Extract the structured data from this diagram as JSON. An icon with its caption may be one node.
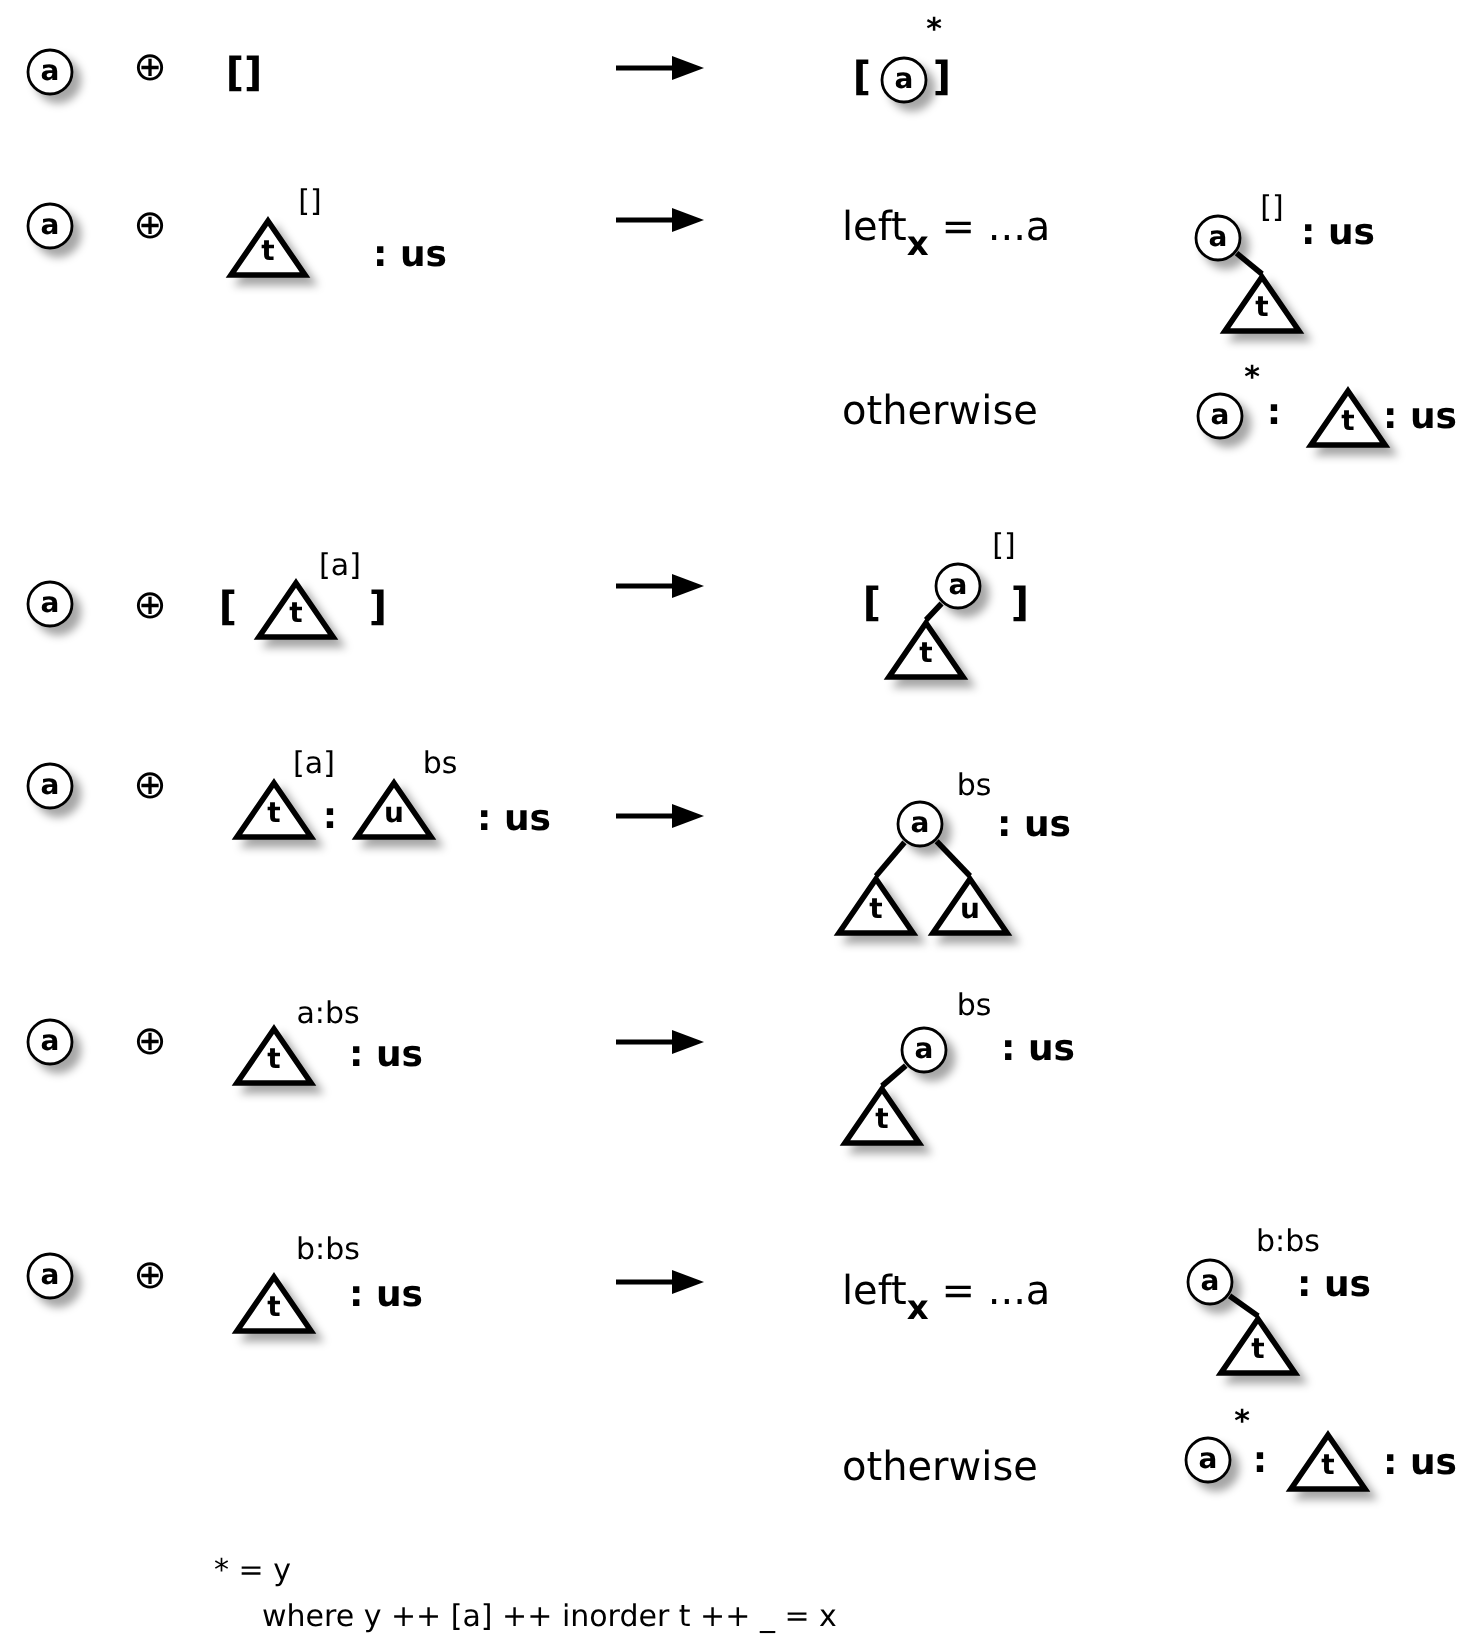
{
  "diagram": {
    "nodes": [
      {
        "text": [
          "a"
        ]
      },
      {
        "text": [
          "a"
        ],
        "beside": [
          "*"
        ]
      },
      {
        "text": [
          "a"
        ]
      },
      {
        "text": [
          "t"
        ],
        "beside": [
          "[]"
        ]
      },
      {
        "text": [
          "a"
        ],
        "beside": [
          "[]"
        ]
      },
      {
        "text": [
          "t"
        ]
      },
      {
        "text": [
          "a"
        ],
        "beside": [
          "*"
        ]
      },
      {
        "text": [
          "t"
        ]
      },
      {
        "text": [
          "a"
        ]
      },
      {
        "text": [
          "t"
        ],
        "beside": [
          "[a]"
        ]
      },
      {
        "text": [
          "a"
        ],
        "beside": [
          "[]"
        ]
      },
      {
        "text": [
          "t"
        ]
      },
      {
        "text": [
          "a"
        ]
      },
      {
        "text": [
          "t"
        ],
        "beside": [
          "[a]"
        ]
      },
      {
        "text": [
          "u"
        ],
        "beside": [
          "bs"
        ]
      },
      {
        "text": [
          "a"
        ],
        "beside": [
          "bs"
        ]
      },
      {
        "text": [
          "t"
        ]
      },
      {
        "text": [
          "u"
        ]
      },
      {
        "text": [
          "a"
        ]
      },
      {
        "text": [
          "t"
        ],
        "beside": [
          "a:bs"
        ]
      },
      {
        "text": [
          "a"
        ],
        "beside": [
          "bs"
        ]
      },
      {
        "text": [
          "t"
        ]
      },
      {
        "text": [
          "a"
        ]
      },
      {
        "text": [
          "t"
        ],
        "beside": [
          "b:bs"
        ]
      },
      {
        "text": [
          "a"
        ],
        "beside": [
          "b:bs"
        ]
      },
      {
        "text": [
          "t"
        ]
      },
      {
        "text": [
          "a"
        ],
        "beside": [
          "*"
        ]
      },
      {
        "text": [
          "t"
        ]
      }
    ],
    "edges": [
      {
        "from": 4,
        "to": 5,
        "arrow": "none"
      },
      {
        "from": 10,
        "to": 11,
        "arrow": "none"
      },
      {
        "from": 15,
        "to": 16,
        "arrow": "none"
      },
      {
        "from": 15,
        "to": 17,
        "arrow": "none"
      },
      {
        "from": 20,
        "to": 21,
        "arrow": "none"
      },
      {
        "from": 24,
        "to": 25,
        "arrow": "none"
      }
    ],
    "labels": [
      "⊕",
      "[]",
      "[",
      "]",
      "⊕",
      ": us",
      "left$_{x}$ = ...a",
      ": us",
      "otherwise",
      ":",
      ": us",
      "⊕",
      "[",
      "]",
      "[",
      "]",
      "⊕",
      ":",
      ": us",
      ": us",
      "⊕",
      ": us",
      ": us",
      "⊕",
      ": us",
      "left$_{x}$ = ...a",
      ": us",
      "otherwise",
      ":",
      ": us",
      "* = y",
      "where y ++ [a] ++ inorder t ++ _ = x"
    ]
  }
}
